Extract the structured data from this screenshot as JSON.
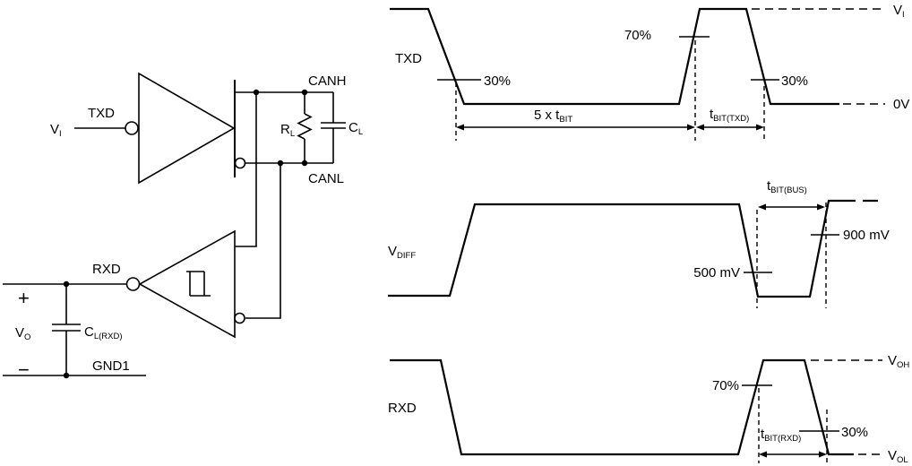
{
  "colors": {
    "line": "#000000",
    "background": "#ffffff"
  },
  "circuit": {
    "vi": {
      "main": "V",
      "sub": "I"
    },
    "txd_label": "TXD",
    "canh_label": "CANH",
    "canl_label": "CANL",
    "rl": {
      "main": "R",
      "sub": "L"
    },
    "cl": {
      "main": "C",
      "sub": "L"
    },
    "rxd_label": "RXD",
    "plus": "+",
    "minus": "−",
    "vo": {
      "main": "V",
      "sub": "O"
    },
    "cl_rxd": {
      "main": "C",
      "sub": "L(RXD)"
    },
    "gnd_label": "GND1"
  },
  "timing": {
    "txd": {
      "label": "TXD",
      "fall1_threshold": "30%",
      "rise_threshold": "70%",
      "fall2_threshold": "30%",
      "low_width": {
        "main": "5 x t",
        "sub": "BIT"
      },
      "prop_delay": {
        "main": "t",
        "sub": "BIT(TXD)"
      },
      "high_ref": {
        "main": "V",
        "sub": "I"
      },
      "low_ref": "0V"
    },
    "vdiff": {
      "label": {
        "main": "V",
        "sub": "DIFF"
      },
      "fall_threshold": "500 mV",
      "rise_threshold": "900 mV",
      "bit_width": {
        "main": "t",
        "sub": "BIT(BUS)"
      }
    },
    "rxd": {
      "label": "RXD",
      "rise_threshold": "70%",
      "fall_threshold": "30%",
      "bit_width": {
        "main": "t",
        "sub": "BIT(RXD)"
      },
      "high_ref": {
        "main": "V",
        "sub": "OH"
      },
      "low_ref": {
        "main": "V",
        "sub": "OL"
      }
    }
  }
}
